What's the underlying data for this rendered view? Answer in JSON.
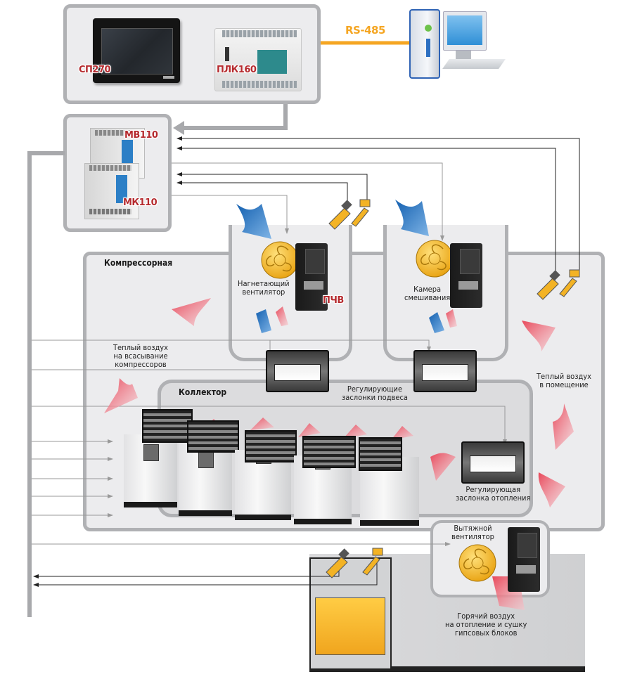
{
  "diagram": {
    "bus": {
      "label": "RS-485",
      "color": "#f5a623"
    },
    "devices": {
      "hmi": "СП270",
      "plc": "ПЛК160",
      "input_module": "МВ110",
      "output_module": "МК110",
      "vfd": "ПЧВ"
    },
    "areas": {
      "compressor_room": "Компрессорная",
      "collector": "Коллектор"
    },
    "labels": {
      "supply_fan": [
        "Нагнетающий",
        "вентилятор"
      ],
      "mixing_chamber": [
        "Камера",
        "смешивания"
      ],
      "warm_air_intake": [
        "Теплый воздух",
        "на всасывание",
        "компрессоров"
      ],
      "suspension_dampers": [
        "Регулирующие",
        "заслонки подвеса"
      ],
      "warm_air_room": [
        "Теплый воздух",
        "в помещение"
      ],
      "heating_damper": [
        "Регулирующая",
        "заслонка отопления"
      ],
      "exhaust_fan": [
        "Вытяжной",
        "вентилятор"
      ],
      "hot_air": [
        "Горячий воздух",
        "на отопление и сушку",
        "гипсовых блоков"
      ]
    },
    "colors": {
      "panel_fill": "#ececee",
      "panel_border": "#b0b1b4",
      "tag_red": "#b52a2e",
      "fan_yellow": "#f3b325",
      "warm_arrow": "#e8505f",
      "cold_arrow": "#1f6db8"
    }
  }
}
